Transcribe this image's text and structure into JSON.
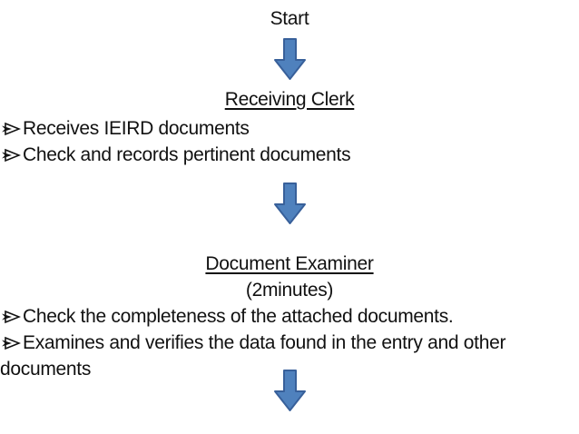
{
  "flow": {
    "start_label": "Start",
    "sections": [
      {
        "heading": "Receiving Clerk",
        "bullets": [
          "Receives IEIRD documents",
          "Check and records pertinent documents"
        ]
      },
      {
        "heading": "Document Examiner",
        "duration": "(2minutes)",
        "bullets": [
          "Check the completeness of the attached documents.",
          "Examines and verifies the data found in the entry and other"
        ],
        "continuation": "documents"
      }
    ]
  },
  "colors": {
    "arrow_fill": "#4f81bd",
    "arrow_stroke": "#38609a",
    "text": "#111111",
    "background": "#ffffff"
  }
}
